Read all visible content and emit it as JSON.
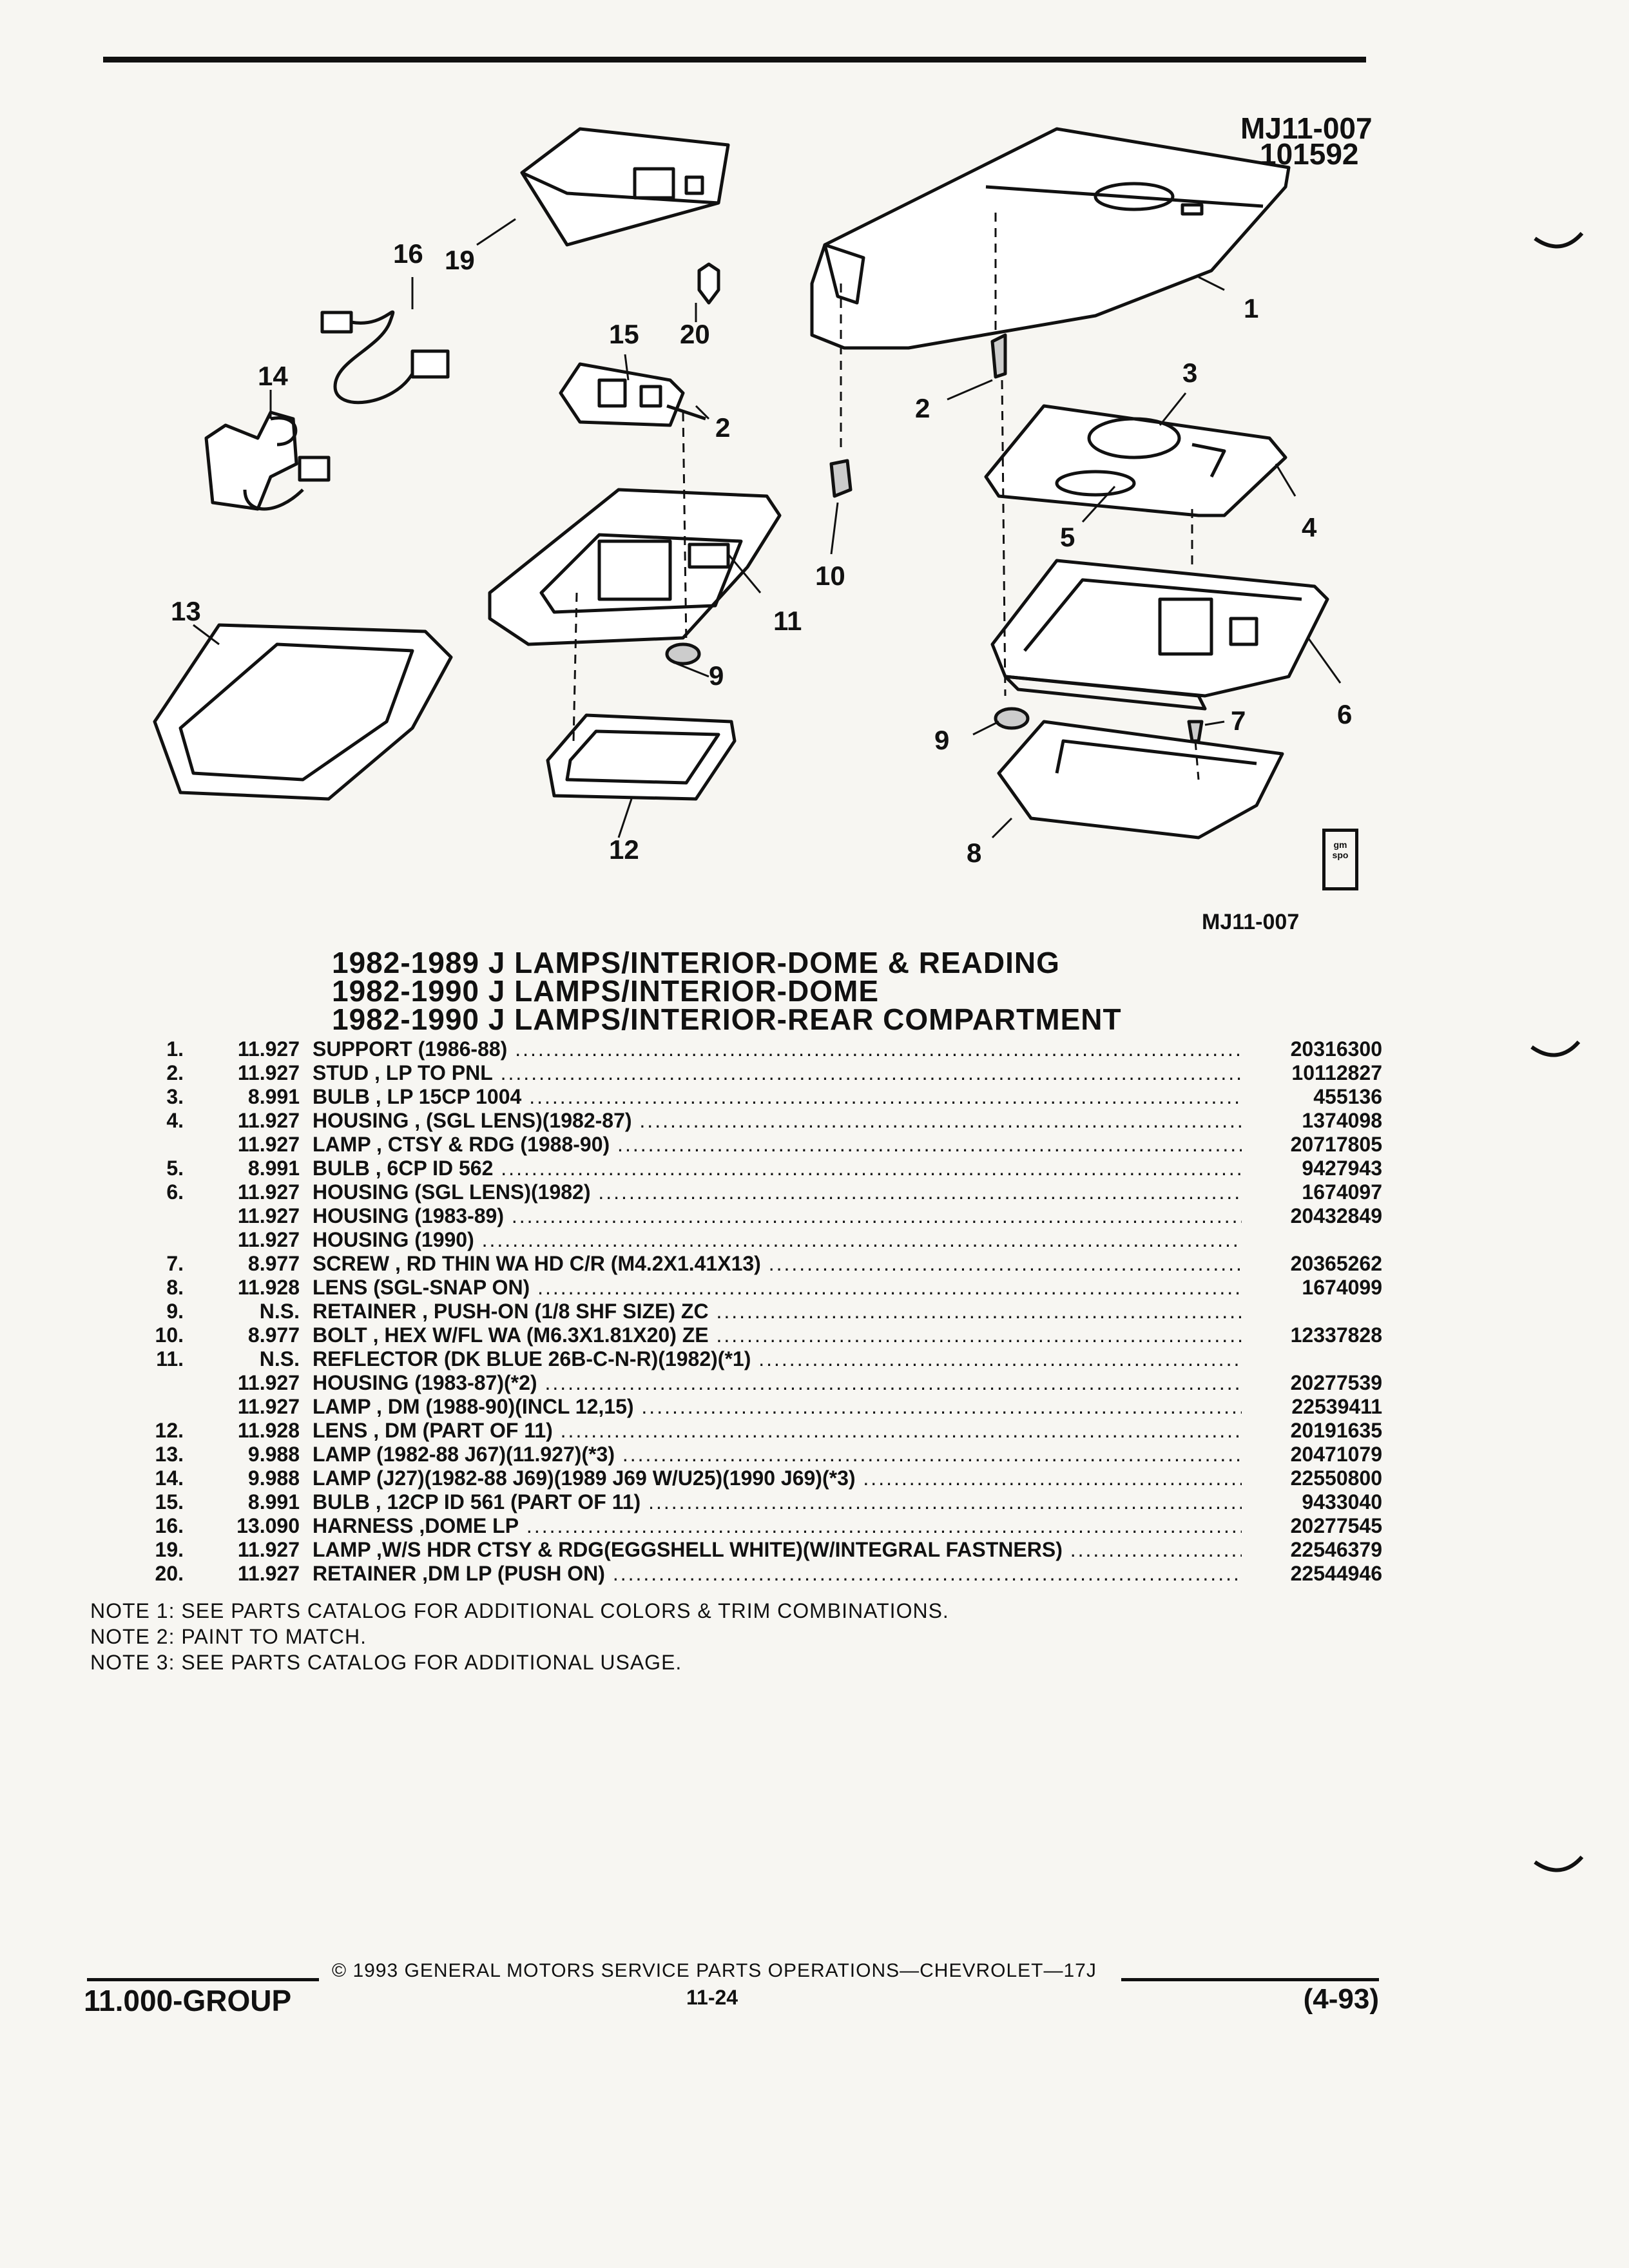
{
  "figure": {
    "id_top": "MJ11-007",
    "id_code": "101592",
    "id_bottom": "MJ11-007",
    "logo_text": [
      "gm",
      "spo"
    ],
    "callouts": [
      "16",
      "19",
      "15",
      "20",
      "14",
      "2",
      "13",
      "11",
      "9",
      "12",
      "1",
      "2",
      "3",
      "4",
      "5",
      "10",
      "6",
      "7",
      "9",
      "8"
    ]
  },
  "titles": [
    "1982-1989 J LAMPS/INTERIOR-DOME & READING",
    "1982-1990 J LAMPS/INTERIOR-DOME",
    "1982-1990 J LAMPS/INTERIOR-REAR COMPARTMENT"
  ],
  "parts": [
    {
      "num": "1.",
      "group": "11.927",
      "desc": "SUPPORT (1986-88)",
      "part": "20316300"
    },
    {
      "num": "2.",
      "group": "11.927",
      "desc": "STUD , LP TO PNL",
      "part": "10112827"
    },
    {
      "num": "3.",
      "group": "8.991",
      "desc": "BULB , LP 15CP 1004",
      "part": "455136"
    },
    {
      "num": "4.",
      "group": "11.927",
      "desc": "HOUSING , (SGL LENS)(1982-87)",
      "part": "1374098"
    },
    {
      "num": "",
      "group": "11.927",
      "desc": "LAMP , CTSY & RDG (1988-90)",
      "part": "20717805"
    },
    {
      "num": "5.",
      "group": "8.991",
      "desc": "BULB , 6CP ID 562",
      "part": "9427943"
    },
    {
      "num": "6.",
      "group": "11.927",
      "desc": "HOUSING (SGL LENS)(1982)",
      "part": "1674097"
    },
    {
      "num": "",
      "group": "11.927",
      "desc": "HOUSING (1983-89)",
      "part": "20432849"
    },
    {
      "num": "",
      "group": "11.927",
      "desc": "HOUSING (1990)",
      "part": ""
    },
    {
      "num": "7.",
      "group": "8.977",
      "desc": "SCREW , RD THIN WA HD C/R (M4.2X1.41X13)",
      "part": "20365262"
    },
    {
      "num": "8.",
      "group": "11.928",
      "desc": "LENS (SGL-SNAP ON)",
      "part": "1674099"
    },
    {
      "num": "9.",
      "group": "N.S.",
      "desc": "RETAINER , PUSH-ON (1/8 SHF SIZE) ZC",
      "part": ""
    },
    {
      "num": "10.",
      "group": "8.977",
      "desc": "BOLT , HEX W/FL WA (M6.3X1.81X20) ZE",
      "part": "12337828"
    },
    {
      "num": "11.",
      "group": "N.S.",
      "desc": "REFLECTOR (DK BLUE 26B-C-N-R)(1982)(*1)",
      "part": ""
    },
    {
      "num": "",
      "group": "11.927",
      "desc": "HOUSING (1983-87)(*2)",
      "part": "20277539"
    },
    {
      "num": "",
      "group": "11.927",
      "desc": "LAMP , DM (1988-90)(INCL 12,15)",
      "part": "22539411"
    },
    {
      "num": "12.",
      "group": "11.928",
      "desc": "LENS , DM (PART OF 11)",
      "part": "20191635"
    },
    {
      "num": "13.",
      "group": "9.988",
      "desc": "LAMP (1982-88 J67)(11.927)(*3)",
      "part": "20471079"
    },
    {
      "num": "14.",
      "group": "9.988",
      "desc": "LAMP (J27)(1982-88 J69)(1989 J69 W/U25)(1990 J69)(*3)",
      "part": "22550800"
    },
    {
      "num": "15.",
      "group": "8.991",
      "desc": "BULB , 12CP ID 561 (PART OF 11)",
      "part": "9433040"
    },
    {
      "num": "16.",
      "group": "13.090",
      "desc": "HARNESS ,DOME LP",
      "part": "20277545"
    },
    {
      "num": "19.",
      "group": "11.927",
      "desc": "LAMP ,W/S HDR CTSY & RDG(EGGSHELL WHITE)(W/INTEGRAL FASTNERS)",
      "part": "22546379"
    },
    {
      "num": "20.",
      "group": "11.927",
      "desc": "RETAINER ,DM LP (PUSH ON)",
      "part": "22544946"
    }
  ],
  "notes": [
    "NOTE  1:  SEE PARTS CATALOG FOR ADDITIONAL COLORS & TRIM COMBINATIONS.",
    "NOTE  2:  PAINT TO MATCH.",
    "NOTE  3:  SEE PARTS CATALOG FOR ADDITIONAL USAGE."
  ],
  "footer": {
    "copyright": "© 1993 GENERAL MOTORS SERVICE PARTS OPERATIONS—CHEVROLET—17J",
    "group": "11.000-GROUP",
    "page": "11-24",
    "date": "(4-93)"
  }
}
